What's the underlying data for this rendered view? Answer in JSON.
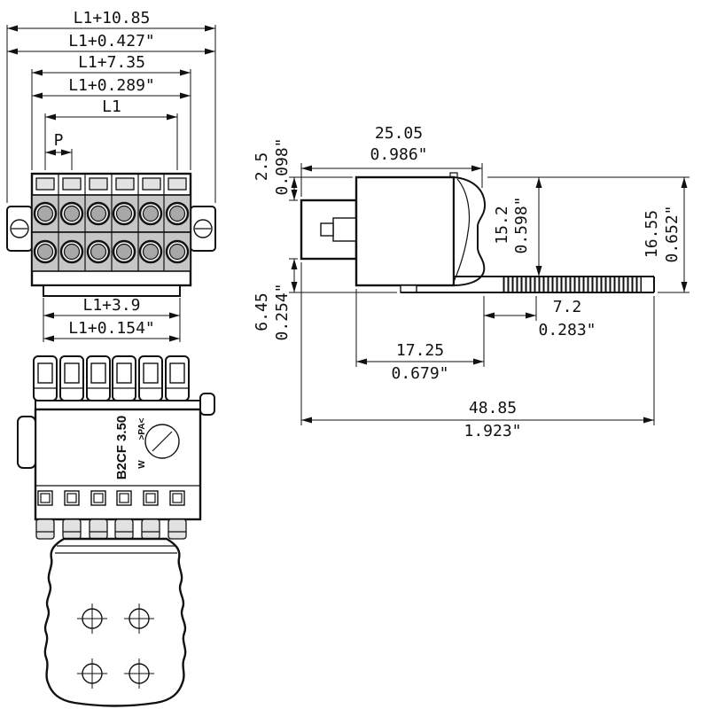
{
  "drawing": {
    "front": {
      "overall_mm": "L1+10.85",
      "overall_in": "L1+0.427\"",
      "body_mm": "L1+7.35",
      "body_in": "L1+0.289\"",
      "l1": "L1",
      "pitch": "P",
      "base_mm": "L1+3.9",
      "base_in": "L1+0.154\""
    },
    "side": {
      "depth_mm": "25.05",
      "depth_in": "0.986\"",
      "top_offset_mm": "2.5",
      "top_offset_in": "0.098\"",
      "height_mm": "15.2",
      "height_in": "0.598\"",
      "total_height_mm": "16.55",
      "total_height_in": "0.652\"",
      "bottom_offset_mm": "6.45",
      "bottom_offset_in": "0.254\"",
      "flange_mm": "7.2",
      "flange_in": "0.283\"",
      "body_depth_mm": "17.25",
      "body_depth_in": "0.679\"",
      "overall_mm": "48.85",
      "overall_in": "1.923\""
    },
    "bottom": {
      "part_number": "B2CF 3.50",
      "material_mark": ">PA<",
      "logo_mark": "W"
    }
  }
}
